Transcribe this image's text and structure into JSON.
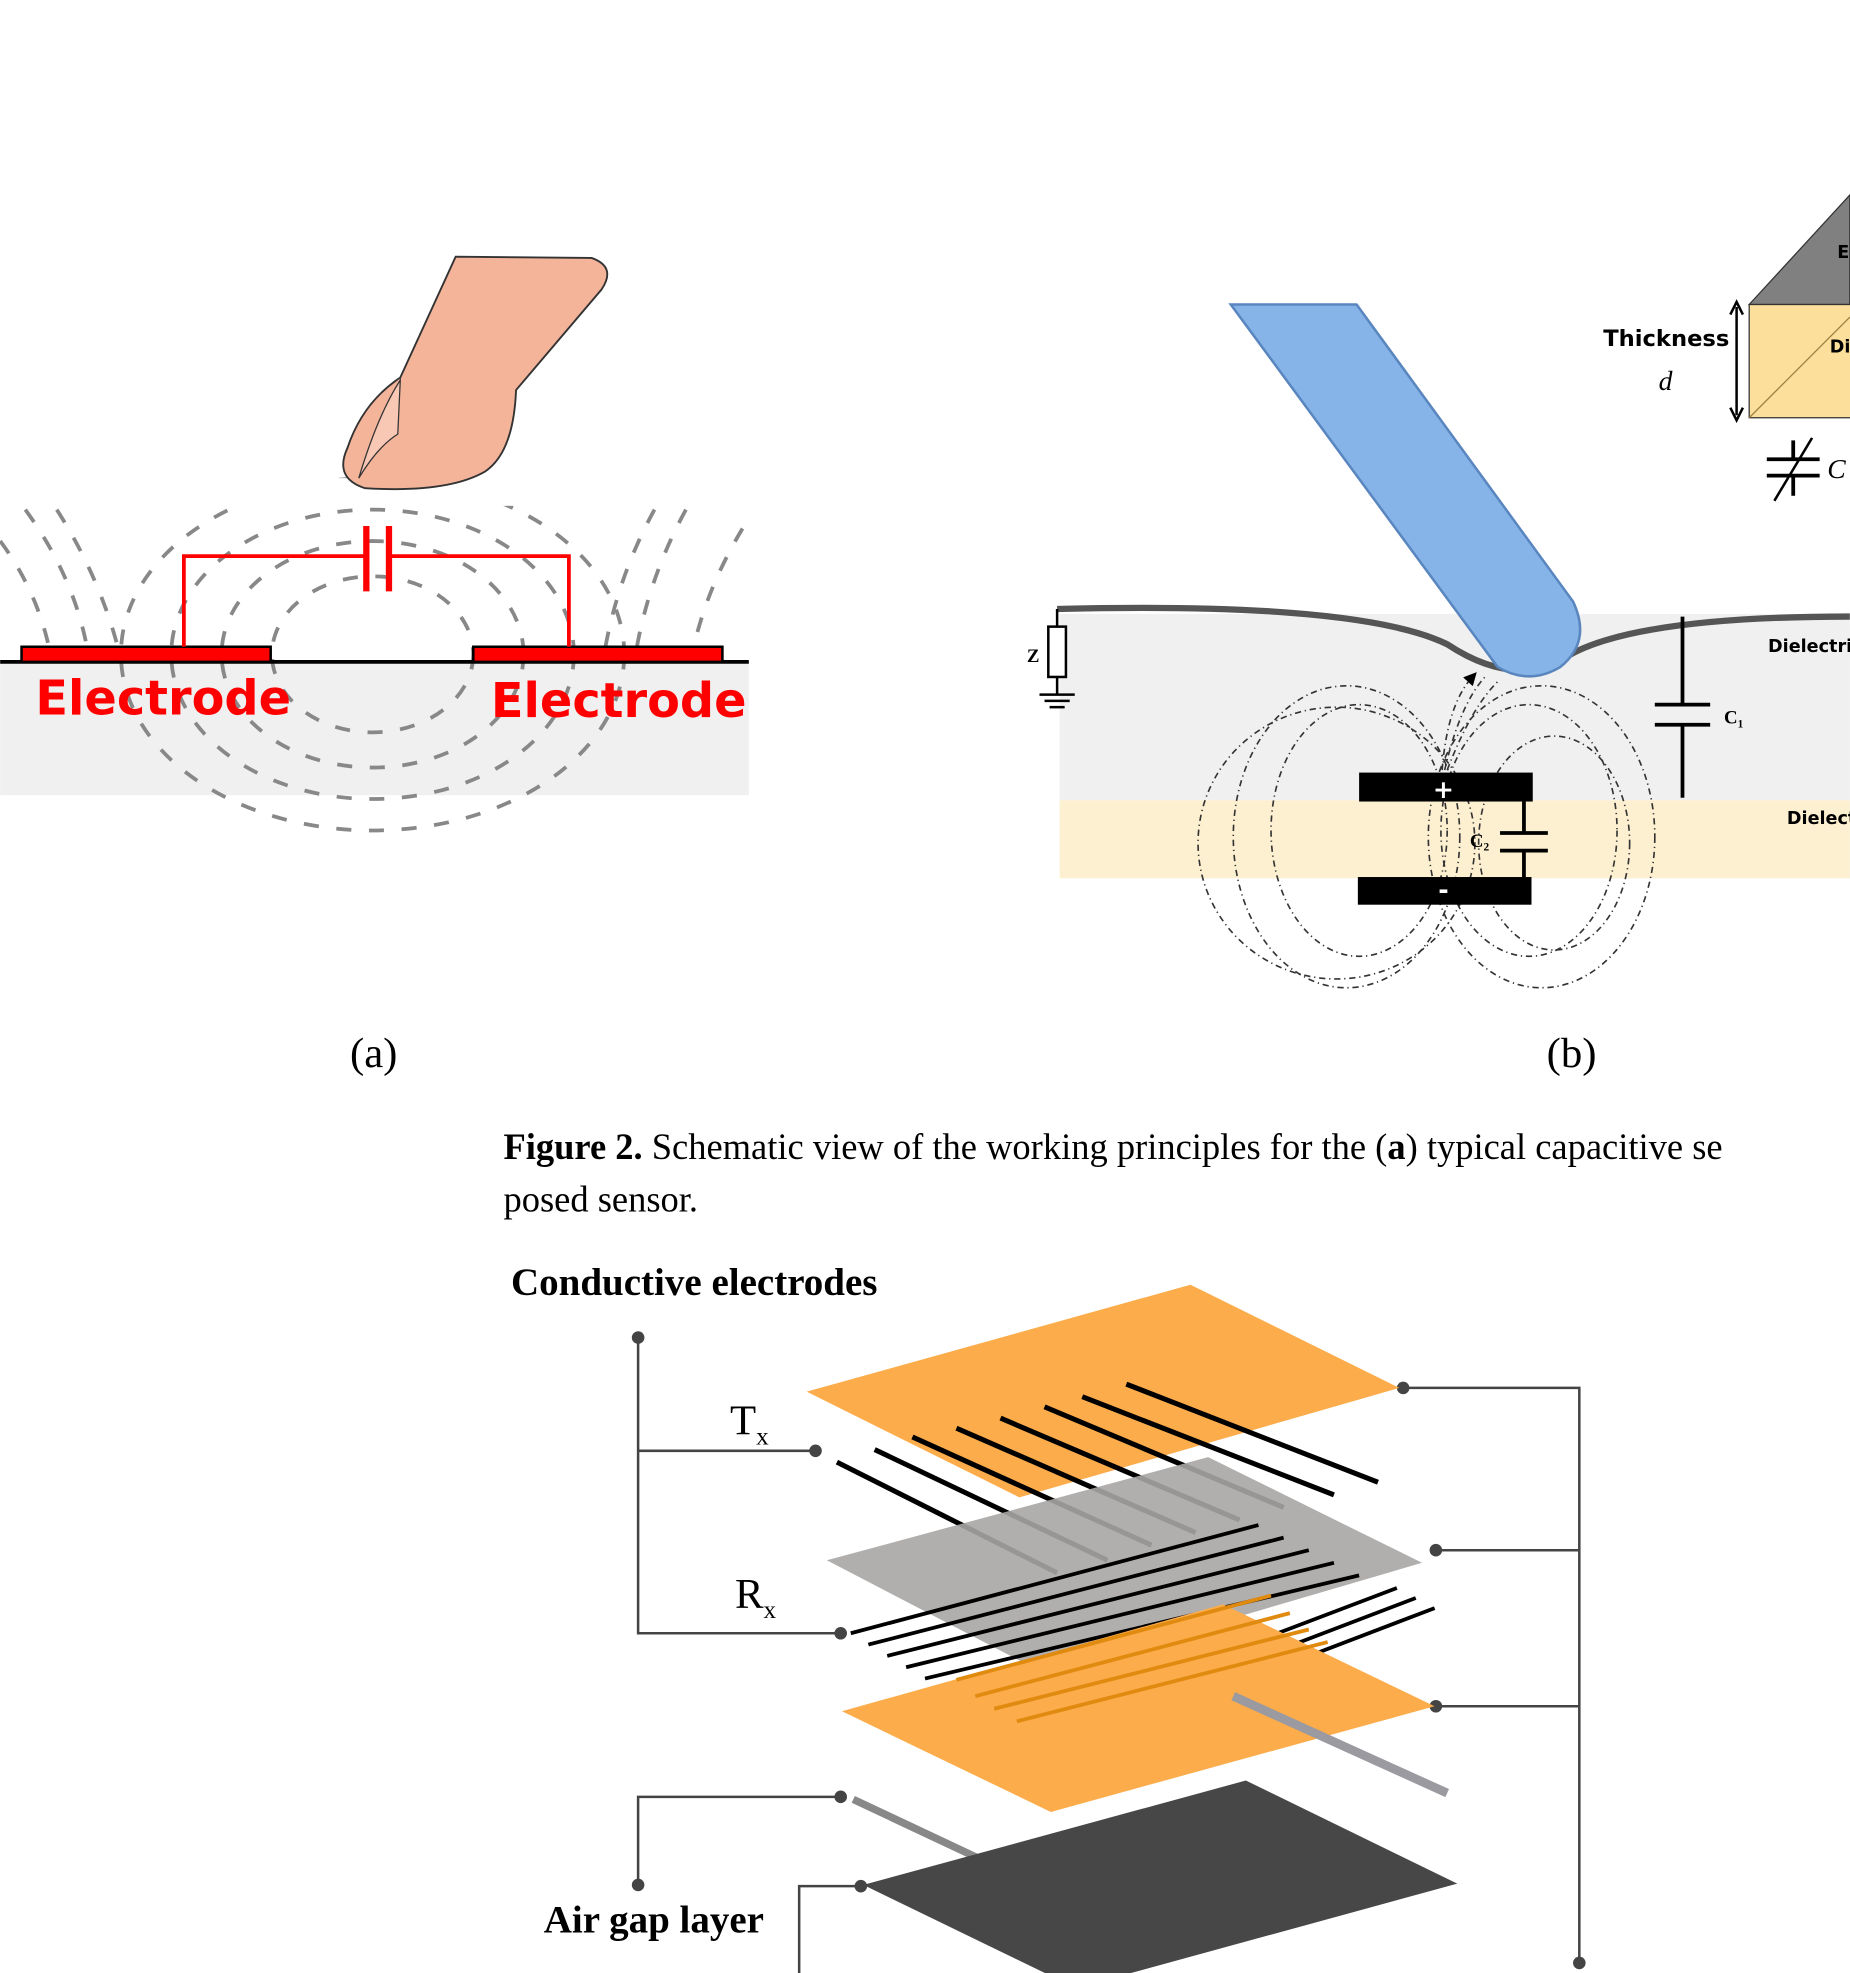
{
  "panel_a": {
    "electrode_left": "Electrode",
    "electrode_right": "Electrode",
    "label": "(a)",
    "label_letter": "a"
  },
  "panel_b": {
    "thickness": "Thickness",
    "thickness_symbol": "d",
    "electrode_top_partial": "E",
    "dielectric_cube_partial": "Di",
    "capacitance_symbol": "C",
    "dielectric_upper": "Dielectric",
    "dielectric_lower": "Dielect",
    "impedance": "Z",
    "c1": "C",
    "c1_sub": "1",
    "c2": "C",
    "c2_sub": "2",
    "plus": "+",
    "minus": "-",
    "label": "(b)"
  },
  "caption": {
    "figure_label": "Figure 2.",
    "line1_a": " Schematic view of the working principles for the (",
    "line1_bold": "a",
    "line1_b": ") typical capacitive se",
    "line2": "posed sensor."
  },
  "figure3": {
    "title": "Conductive electrodes",
    "tx": "T",
    "tx_sub": "x",
    "rx": "R",
    "rx_sub": "x",
    "air_gap": "Air gap layer"
  },
  "colors": {
    "electrode_red": "#ff0000",
    "finger": "#f4b49a",
    "stylus": "#86b4e8",
    "dielectric_yellow": "#fdf0d0",
    "orange_layer": "#fcac4a",
    "gray_layer": "#a8a6a4",
    "dark_layer": "#474747"
  }
}
